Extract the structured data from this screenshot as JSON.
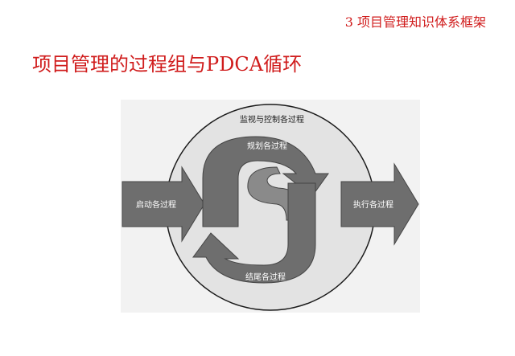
{
  "header": {
    "section": "3  项目管理知识体系框架"
  },
  "slide": {
    "title": "项目管理的过程组与PDCA循环"
  },
  "diagram": {
    "outer_label": "监视与控制各过程",
    "planning": "规划各过程",
    "initiating": "启动各过程",
    "executing": "执行各过程",
    "closing": "结尾各过程"
  }
}
